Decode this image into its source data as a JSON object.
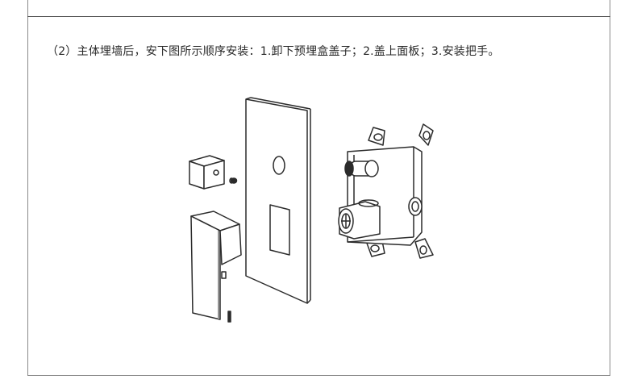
{
  "instruction": {
    "text": "（2）主体埋墙后，安下图所示顺序安装：1.卸下预埋盒盖子；2.盖上面板；3.安装把手。"
  },
  "diagram": {
    "stroke_color": "#2b2b2b",
    "components": [
      "handle-cap",
      "set-screw",
      "handle-lever",
      "grub-screw",
      "allen-key",
      "cover-plate",
      "valve-body"
    ]
  }
}
